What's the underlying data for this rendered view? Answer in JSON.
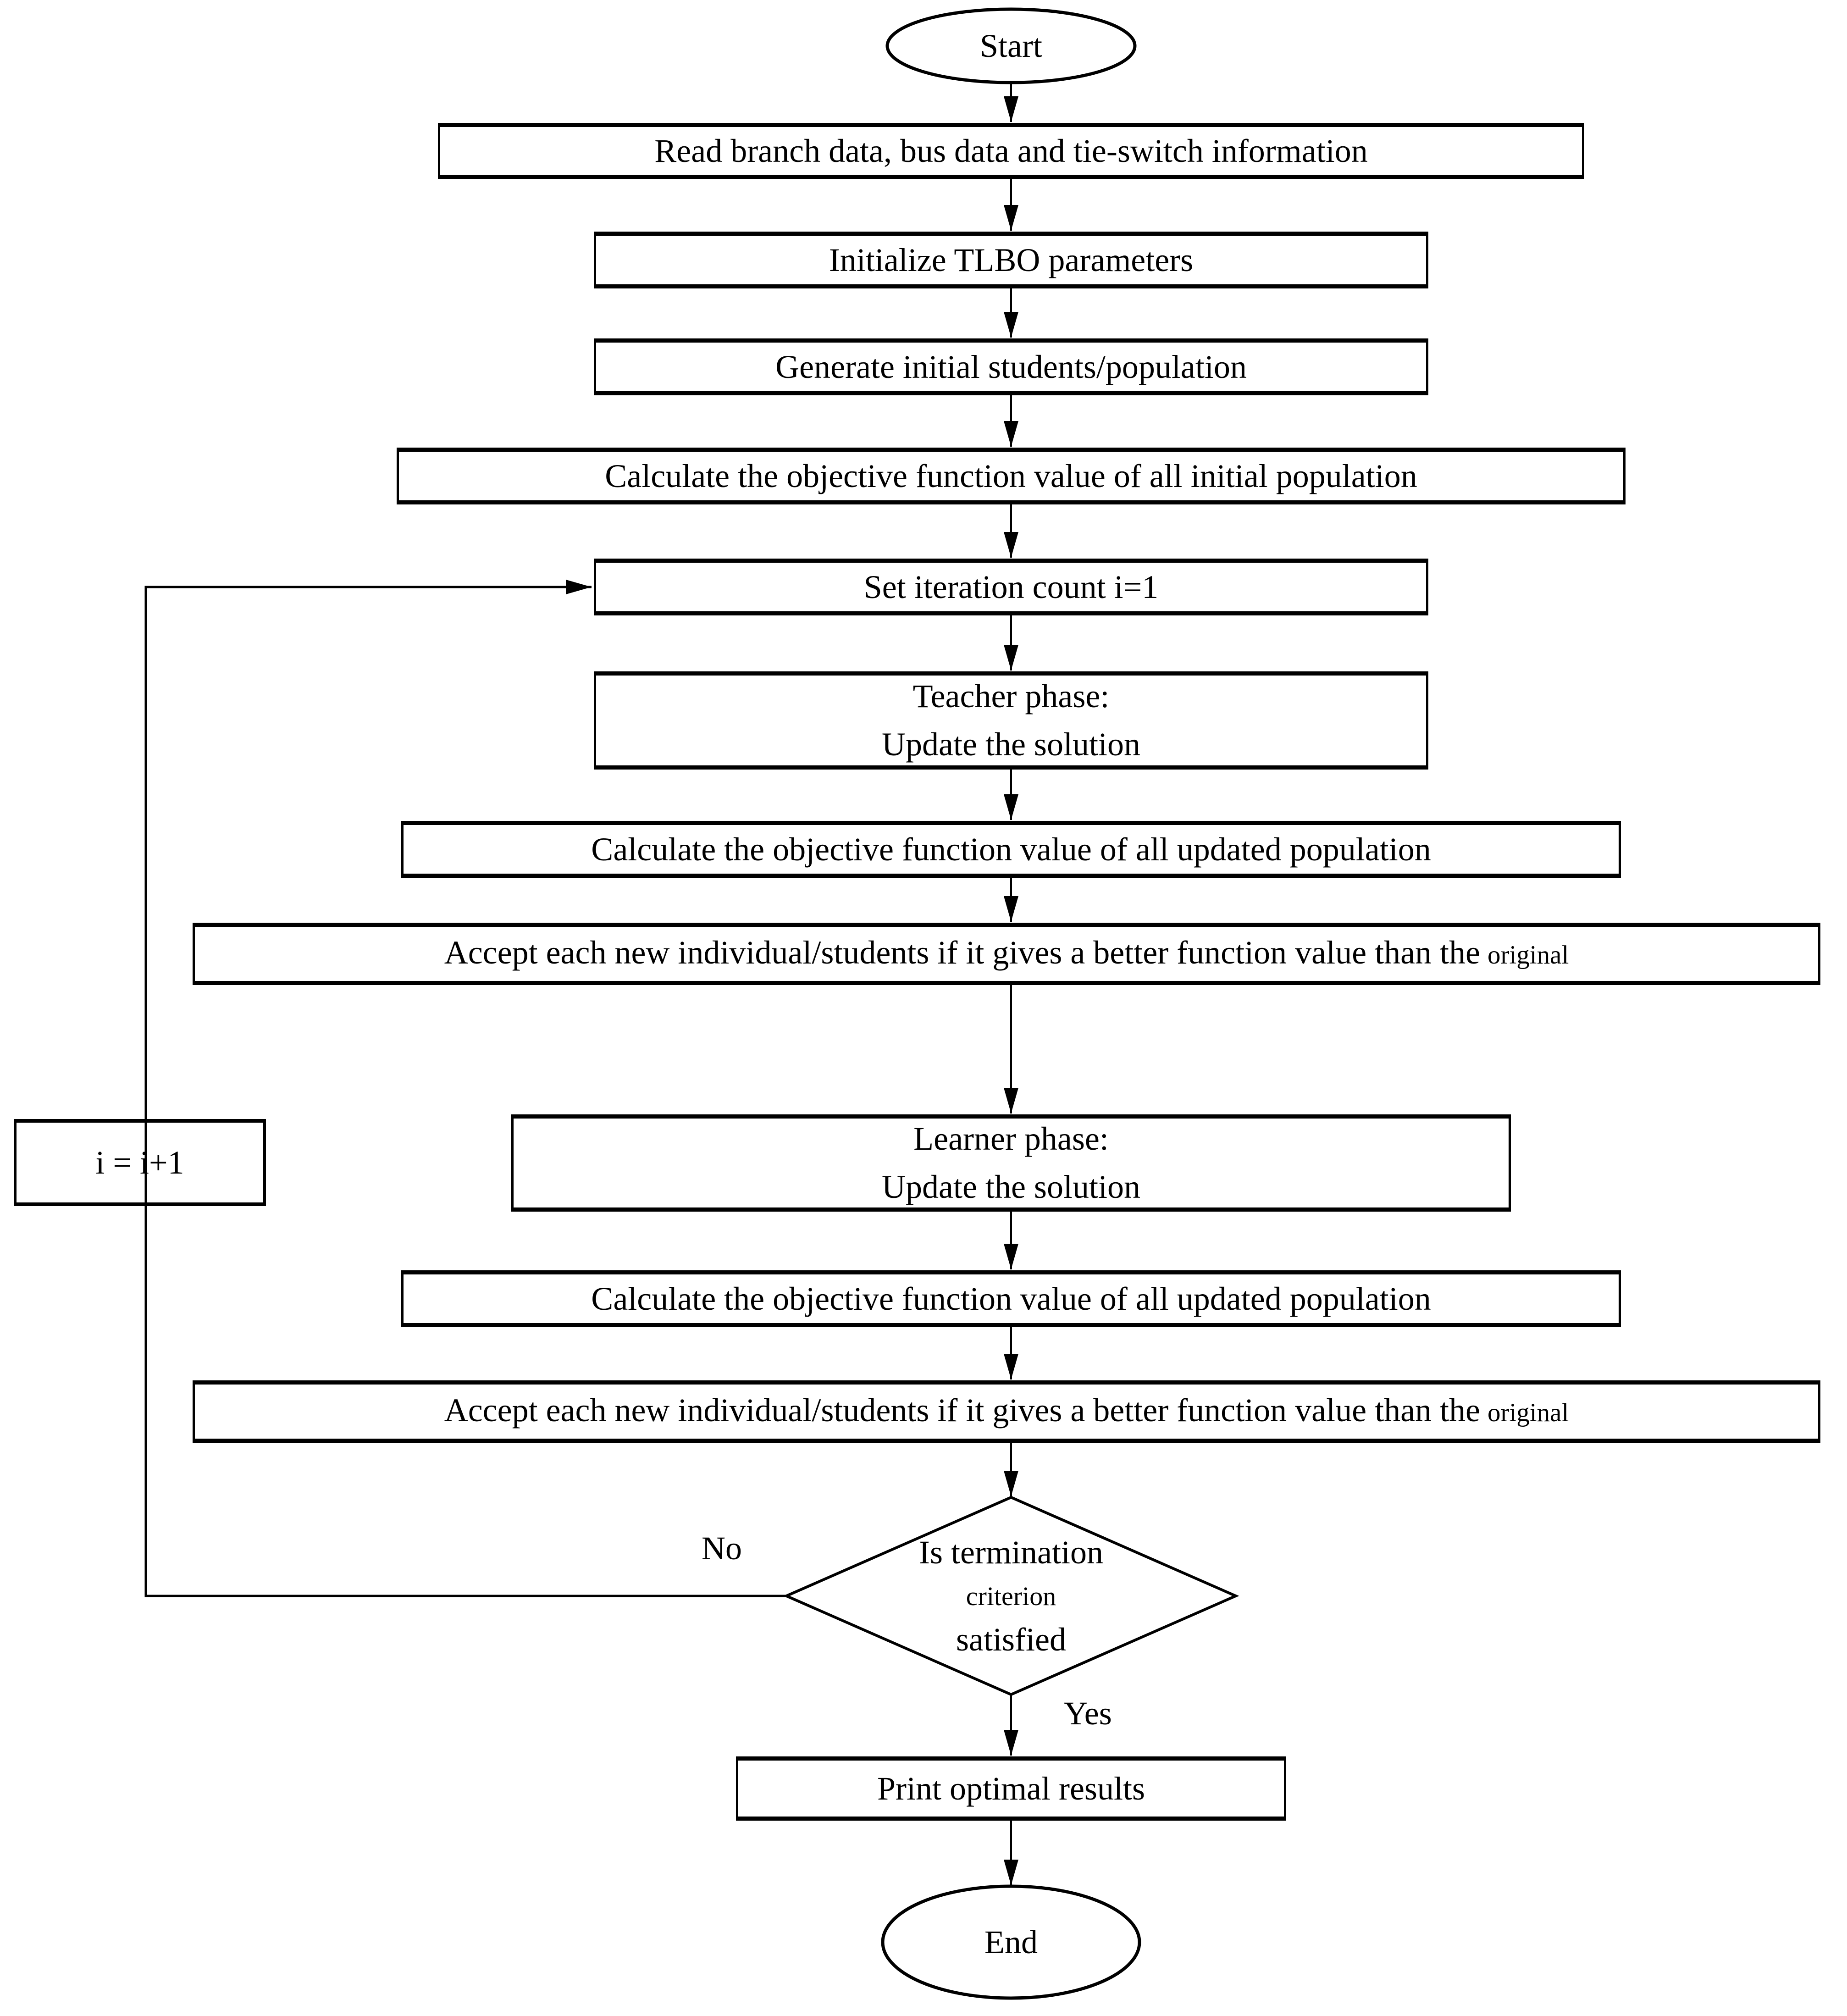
{
  "colors": {
    "background": "#ffffff",
    "stroke": "#000000",
    "text": "#000000"
  },
  "flowchart": {
    "start": "Start",
    "read_data": "Read branch data, bus data and tie-switch information",
    "init_params": "Initialize TLBO parameters",
    "generate_population": "Generate initial students/population",
    "calc_initial": "Calculate the objective function value of all initial population",
    "set_iteration": "Set iteration count i=1",
    "teacher_lines": [
      "Teacher phase:",
      "Update the solution"
    ],
    "calc_updated_teacher": "Calculate the objective function value of all updated population",
    "accept_teacher_main": "Accept each new individual/students if it gives a better function value than the",
    "accept_teacher_small": "original",
    "increment": "i = i+1",
    "learner_lines": [
      "Learner phase:",
      "Update the solution"
    ],
    "calc_updated_learner": "Calculate the objective function value of all updated population",
    "accept_learner_main": "Accept each new individual/students if it gives a better function value than the",
    "accept_learner_small": "original",
    "decision_lines": [
      "Is termination",
      "criterion",
      "satisfied"
    ],
    "print_results": "Print optimal results",
    "end": "End"
  },
  "edge_labels": {
    "no": "No",
    "yes": "Yes"
  }
}
